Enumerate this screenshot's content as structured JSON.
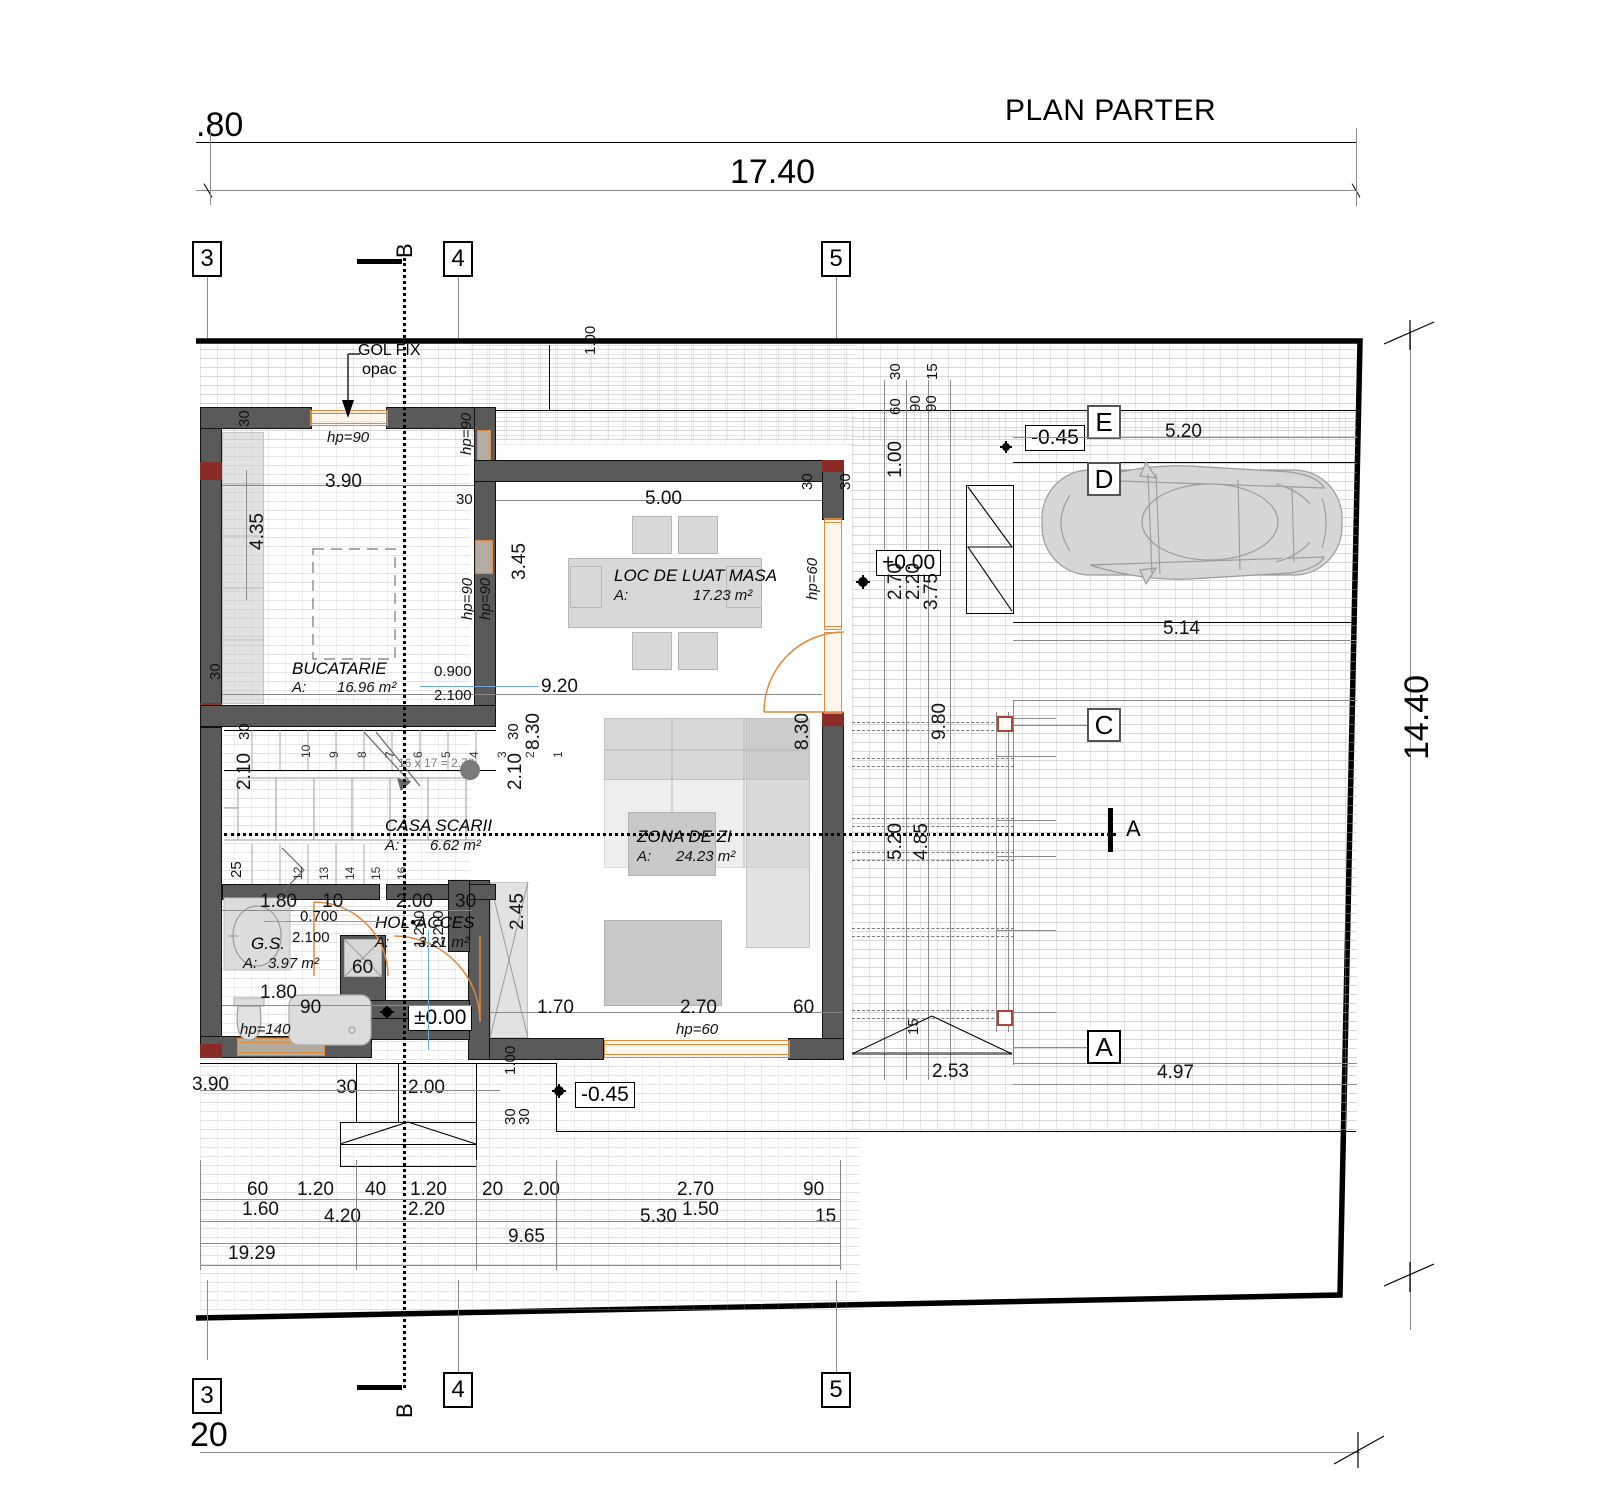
{
  "drawing": {
    "title": "PLAN PARTER",
    "overall": {
      "top_partial": ".80",
      "top_total": "17.40",
      "right_total": "14.40",
      "bottom_partial": "20"
    }
  },
  "grid_markers": {
    "top": [
      {
        "id": "3",
        "label": "3"
      },
      {
        "id": "4",
        "label": "4"
      },
      {
        "id": "5",
        "label": "5"
      }
    ],
    "bottom": [
      {
        "id": "3",
        "label": "3"
      },
      {
        "id": "4",
        "label": "4"
      },
      {
        "id": "5",
        "label": "5"
      }
    ],
    "sections": [
      {
        "id": "A",
        "label": "A"
      },
      {
        "id": "A2",
        "label": "A"
      },
      {
        "id": "B_top",
        "label": "B"
      },
      {
        "id": "B_bottom",
        "label": "B"
      },
      {
        "id": "C",
        "label": "C"
      },
      {
        "id": "D",
        "label": "D"
      },
      {
        "id": "E",
        "label": "E"
      }
    ]
  },
  "levels": [
    {
      "value": "+0.00",
      "where": "interior"
    },
    {
      "value": "±0.00",
      "where": "entry-hall"
    },
    {
      "value": "-0.45",
      "where": "terrace-north"
    },
    {
      "value": "-0.45",
      "where": "terrace-south"
    }
  ],
  "rooms": [
    {
      "name": "BUCATARIE",
      "area_label": "A:",
      "area": "16.96 m²"
    },
    {
      "name": "LOC DE LUAT MASA",
      "area_label": "A:",
      "area": "17.23 m²"
    },
    {
      "name": "ZONA DE ZI",
      "area_label": "A:",
      "area": "24.23 m²"
    },
    {
      "name": "CASA SCARII",
      "area_label": "A:",
      "area": "6.62 m²"
    },
    {
      "name": "HOL•ACCES",
      "area_label": "A:",
      "area": "3.21 m²"
    },
    {
      "name": "G.S.",
      "area_label": "A:",
      "area": "3.97 m²"
    }
  ],
  "annotations": {
    "gol_fix": "GOL FIX",
    "gol_fix_sub": "opac",
    "stair_note": "16 x 17 = 2.78"
  },
  "sill_heights": [
    {
      "text": "hp=90",
      "where": "kitchen-north-window"
    },
    {
      "text": "hp=90",
      "where": "kitchen-east-upper"
    },
    {
      "text": "hp=90",
      "where": "kitchen-east-lower-a"
    },
    {
      "text": "hp=90",
      "where": "kitchen-east-lower-b"
    },
    {
      "text": "hp=60",
      "where": "dining-east-window"
    },
    {
      "text": "hp=60",
      "where": "living-south-window"
    },
    {
      "text": "hp=140",
      "where": "gs-south-window"
    }
  ],
  "dimensions": {
    "top_chain": [
      "17.40"
    ],
    "top_partial": [
      ".80"
    ],
    "interior_horizontal": [
      "3.90",
      "30",
      "5.00",
      "30",
      "30",
      "9.20",
      "1.70",
      "2.70",
      "60",
      "1.80",
      "10",
      "2.00",
      "30",
      "1.80",
      "60",
      "90",
      "30",
      "2.00"
    ],
    "interior_vertical": [
      "30",
      "4.35",
      "3.45",
      "30",
      "2.10",
      "8.30",
      "8.30",
      "2.10",
      "30",
      "25",
      "2.45",
      "1.00",
      "30",
      "30",
      "1.00"
    ],
    "right_chain": [
      "30",
      "15",
      "60",
      "90",
      "90",
      "1.00",
      "2.70",
      "2.20",
      "3.75",
      "9.80",
      "5.20",
      "4.85",
      "15",
      "2.53"
    ],
    "right_outer": [
      "5.20",
      "5.14",
      "4.97",
      "14.40"
    ],
    "bottom_chain_1": [
      "60",
      "1.20",
      "40",
      "1.20",
      "20",
      "2.00",
      "2.70",
      "90"
    ],
    "bottom_chain_2": [
      "1.60",
      "2.20",
      "1.50",
      "15"
    ],
    "bottom_chain_3": [
      "4.20",
      "5.30"
    ],
    "bottom_chain_4": [
      "9.65"
    ],
    "bottom_chain_5": [
      "19.29"
    ],
    "bottom_left": [
      "3.90",
      "30",
      "2.00"
    ],
    "door_widths": [
      "0.900",
      "2.100",
      "0.700",
      "2.100",
      "1.200",
      "2.200",
      "60",
      "90"
    ]
  },
  "stairs": {
    "risers_top": [
      "10",
      "9",
      "8",
      "7",
      "6",
      "5",
      "4",
      "3",
      "2",
      "1"
    ],
    "risers_bottom": [
      "12",
      "13",
      "14",
      "15",
      "16"
    ]
  },
  "colors": {
    "wall": "#5a5a5a",
    "wall_cap": "#8a2b24",
    "glazing": "#e08a3c",
    "furniture": "#d8d8d8",
    "paving": "#aaaaaa",
    "line": "#000000"
  }
}
